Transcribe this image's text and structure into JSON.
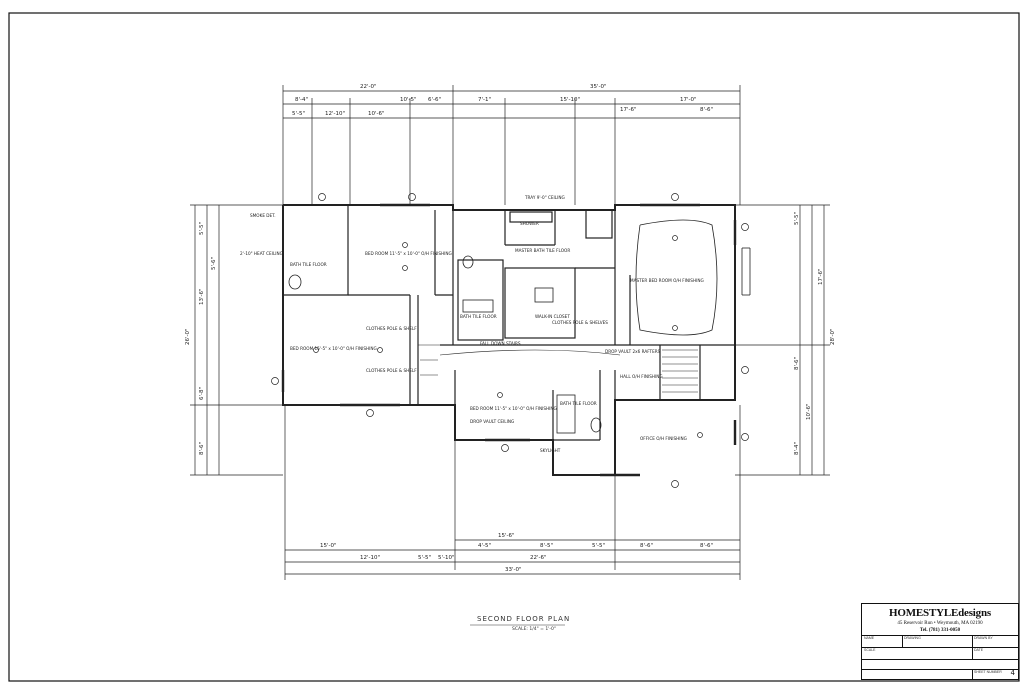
{
  "drawing": {
    "plan_title": "SECOND FLOOR PLAN",
    "plan_scale": "SCALE: 1/4\" = 1'-0\"",
    "dimensions_top": [
      "22'-0\"",
      "35'-0\"",
      "15'-10\"",
      "17'-0\"",
      "8'-4\"",
      "10'-5\"",
      "6'-6\"",
      "7'-1\"",
      "17'-6\"",
      "8'-6\"",
      "5'-5\"",
      "12'-10\"",
      "10'-6\""
    ],
    "dimensions_bottom": [
      "15'-0\"",
      "15'-6\"",
      "4'-5\"",
      "8'-5\"",
      "5'-5\"",
      "8'-6\"",
      "8'-6\"",
      "12'-10\"",
      "5'-5\"",
      "5'-10\"",
      "22'-6\"",
      "33'-0\""
    ],
    "dimensions_left": [
      "26'-0\"",
      "13'-6\"",
      "5'-5\"",
      "5'-6\"",
      "6'-8\"",
      "8'-6\""
    ],
    "dimensions_right": [
      "28'-0\"",
      "17'-6\"",
      "10'-6\"",
      "5'-5\"",
      "8'-6\"",
      "8'-4\""
    ],
    "room_labels": [
      "BED ROOM 15'-5\" x 10'-0\" O/H FINISHING",
      "BED ROOM 11'-5\" x 10'-0\" O/H FINISHING",
      "BED ROOM 11'-5\" x 10'-0\" O/H FINISHING",
      "MASTER BED ROOM O/H FINISHING",
      "BATH TILE FLOOR",
      "BATH TILE FLOOR",
      "BATH TILE FLOOR",
      "MASTER BATH TILE FLOOR",
      "WALK-IN CLOSET",
      "SHOWER",
      "OFFICE O/H FINISHING",
      "HALL O/H FINISHING",
      "CLOTHES POLE & SHELF",
      "CLOTHES POLE & SHELF",
      "CLOTHES POLE & SHELVES",
      "FALL DOWN STAIRS",
      "DROP VAULT 2x6 RAFTERS",
      "DROP VAULT CEILING",
      "TRAY 9'-0\" CEILING",
      "SMOKE DET.",
      "SKYLIGHT",
      "2'-10\" HEAT CEILING"
    ]
  },
  "title_block": {
    "company": "HOMESTYLEdesigns",
    "address": "45 Reservoir Run • Weymouth, MA 02190",
    "phone": "Tel. (781) 331-0050",
    "labels": [
      "NAME",
      "DRAWING",
      "DRAWN BY",
      "DATE",
      "SCALE",
      "SHEET NUMBER"
    ],
    "sheet_number": "4"
  }
}
